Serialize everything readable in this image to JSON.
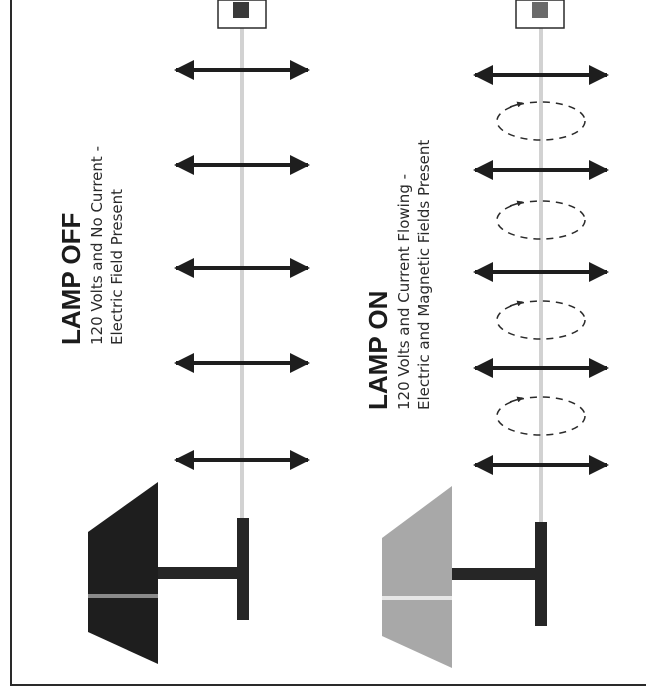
{
  "lamp_off": {
    "title": "LAMP OFF",
    "line1": "120 Volts and No Current -",
    "line2": "Electric Field Present"
  },
  "lamp_on": {
    "title": "LAMP ON",
    "line1": "120 Volts and Current Flowing -",
    "line2": "Electric and Magnetic Fields Present"
  },
  "colors": {
    "lamp_off_shade": "#1e1e1e",
    "lamp_on_shade": "#a8a8a8",
    "stand": "#262626",
    "wire": "#d2d2d2",
    "arrow": "#1e1e1e",
    "magnetic_loop": "#2a2a2a"
  },
  "icons": {
    "electric_field": "double-arrow-icon",
    "magnetic_field": "dashed-loop-arrow-icon",
    "outlet": "wall-outlet-icon",
    "lamp": "lamp-icon"
  }
}
